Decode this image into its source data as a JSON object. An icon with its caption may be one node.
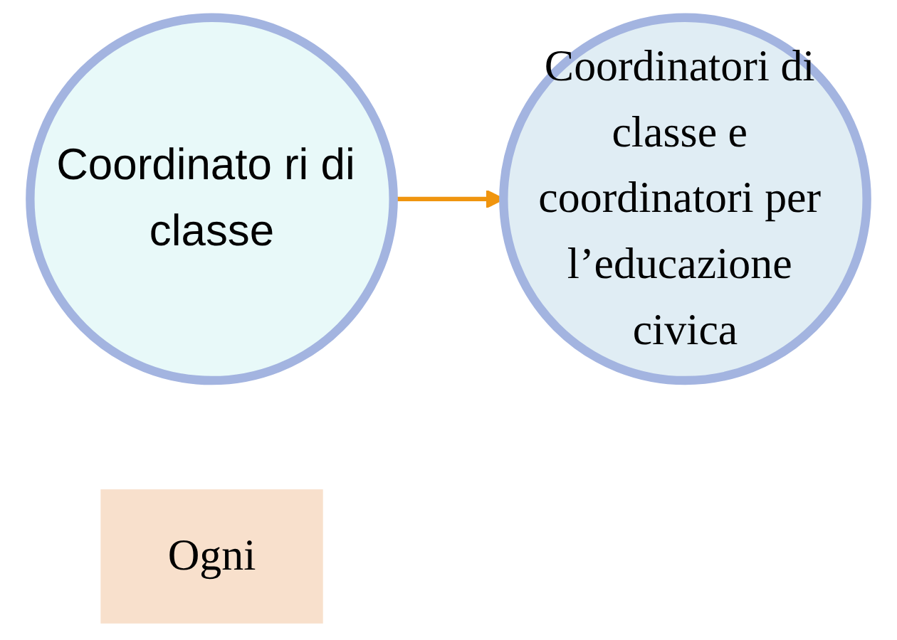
{
  "diagram": {
    "nodes": [
      {
        "text": [
          "Coordinato ri di classe"
        ]
      },
      {
        "text": [
          "Coordinatori di classe e coordinatori per l’educazione civica"
        ]
      },
      {
        "text": [
          "Ogni"
        ]
      }
    ],
    "edges": [
      {
        "from": 0,
        "to": 1,
        "arrow": "to",
        "color": "#f0950f"
      }
    ]
  }
}
